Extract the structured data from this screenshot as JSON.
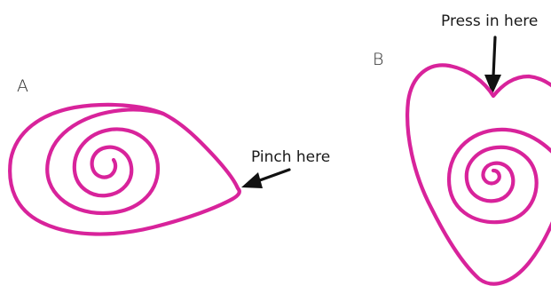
{
  "figure_a": {
    "letter": "A",
    "callout": "Pinch here"
  },
  "figure_b": {
    "letter": "B",
    "callout": "Press in here"
  },
  "colors": {
    "swirl_stroke": "#d8239b",
    "arrow": "#111111",
    "text": "#1a1a1a"
  }
}
